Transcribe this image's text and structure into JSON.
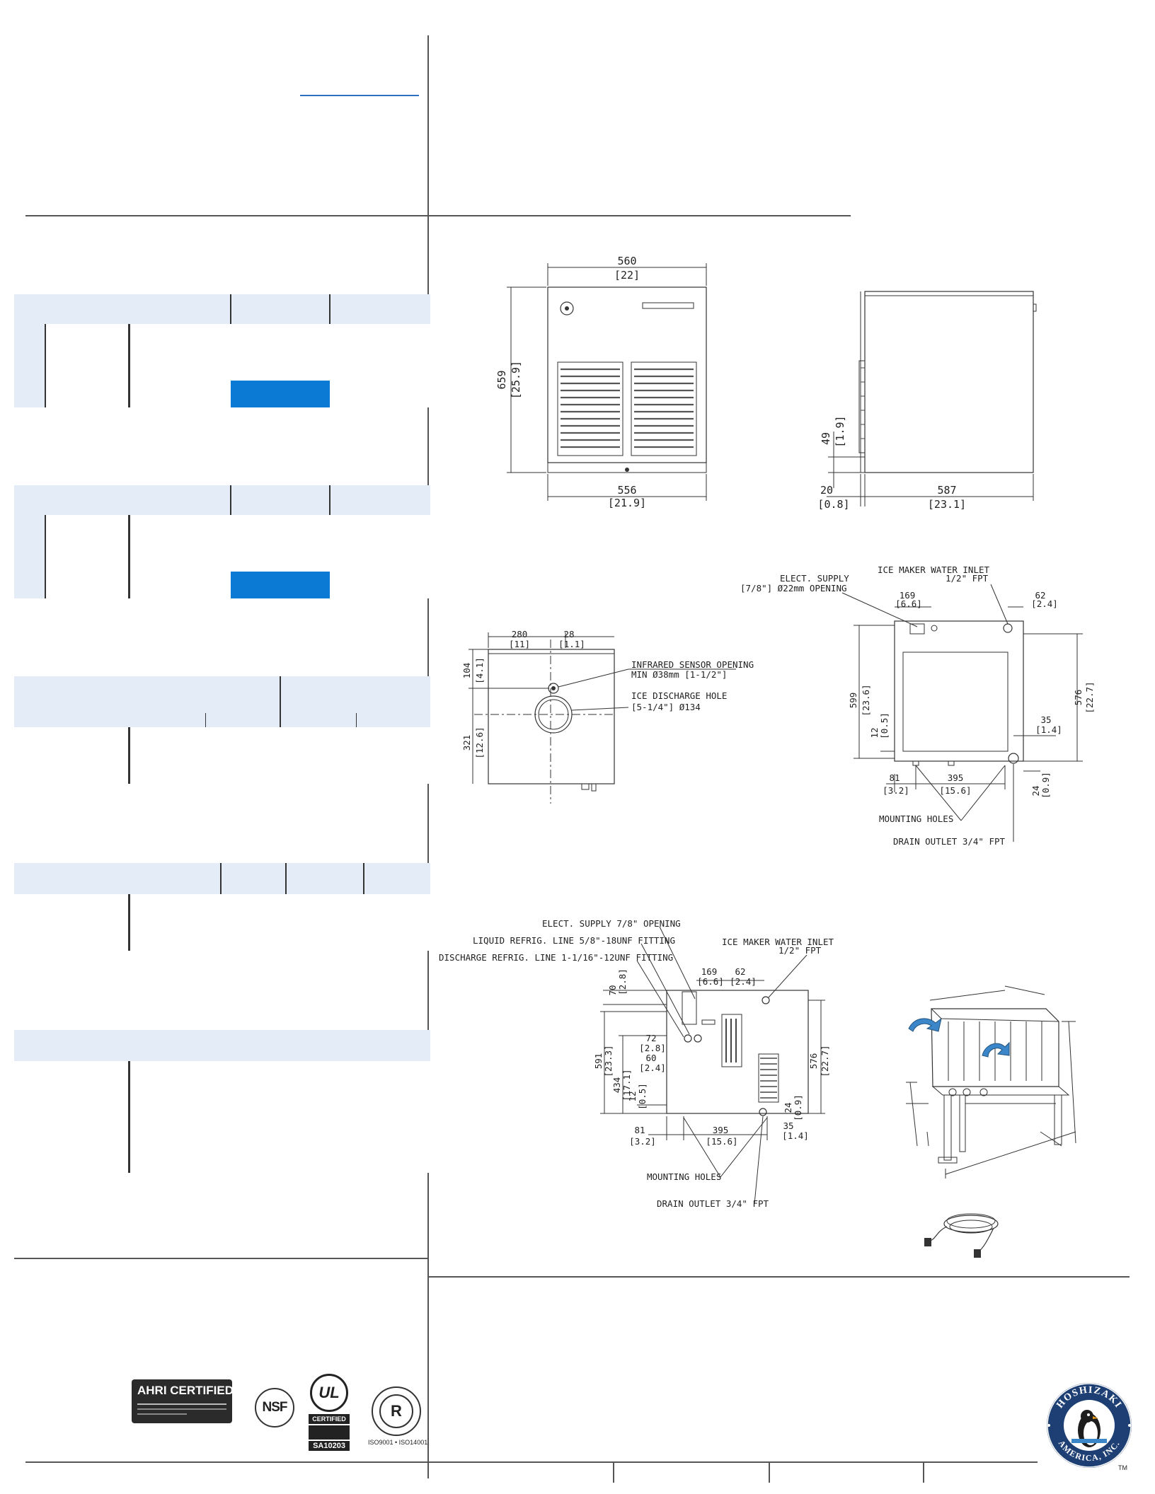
{
  "link_text": "",
  "drawings": {
    "front": {
      "width_mm": "560",
      "width_in": "[22]",
      "height_mm": "659",
      "height_in": "[25.9]",
      "base_mm": "556",
      "base_in": "[21.9]"
    },
    "side": {
      "depth_mm": "587",
      "depth_in": "[23.1]",
      "offset_mm": "20",
      "offset_in": "[0.8]",
      "leg_mm": "49",
      "leg_in": "[1.9]"
    },
    "top": {
      "d280": "280",
      "d280_in": "[11]",
      "d28": "28",
      "d28_in": "[1.1]",
      "d104": "104",
      "d104_in": "[4.1]",
      "d321": "321",
      "d321_in": "[12.6]",
      "sensor_label_1": "INFRARED SENSOR OPENING",
      "sensor_label_2": "MIN Ø38mm [1-1/2\"]",
      "discharge_label_1": "ICE DISCHARGE HOLE",
      "discharge_label_2": "[5-1/4\"] Ø134"
    },
    "rear": {
      "water_inlet_1": "ICE MAKER WATER INLET",
      "water_inlet_2": "1/2\" FPT",
      "elect_1": "ELECT. SUPPLY",
      "elect_2": "[7/8\"] Ø22mm OPENING",
      "d169": "169",
      "d169_in": "[6.6]",
      "d62": "62",
      "d62_in": "[2.4]",
      "d599": "599",
      "d599_in": "[23.6]",
      "d12": "12",
      "d12_in": "[0.5]",
      "d576": "576",
      "d576_in": "[22.7]",
      "d35": "35",
      "d35_in": "[1.4]",
      "d81": "81",
      "d81_in": "[3.2]",
      "d395": "395",
      "d395_in": "[15.6]",
      "d24": "24",
      "d24_in": "[0.9]",
      "mounting": "MOUNTING HOLES",
      "drain": "DRAIN OUTLET 3/4\" FPT"
    },
    "remote": {
      "elect": "ELECT. SUPPLY 7/8\" OPENING",
      "liquid": "LIQUID REFRIG. LINE 5/8\"-18UNF FITTING",
      "discharge": "DISCHARGE REFRIG. LINE 1-1/16\"-12UNF FITTING",
      "water_inlet_1": "ICE MAKER WATER INLET",
      "water_inlet_2": "1/2\" FPT",
      "d169": "169",
      "d169_in": "[6.6]",
      "d62": "62",
      "d62_in": "[2.4]",
      "d70": "70",
      "d70_in": "[2.8]",
      "d72": "72",
      "d72_in": "[2.8]",
      "d60": "60",
      "d60_in": "[2.4]",
      "d591": "591",
      "d591_in": "[23.3]",
      "d434": "434",
      "d434_in": "[17.1]",
      "d12": "12",
      "d12_in": "[0.5]",
      "d576": "576",
      "d576_in": "[22.7]",
      "d24": "24",
      "d24_in": "[0.9]",
      "d81": "81",
      "d81_in": "[3.2]",
      "d395": "395",
      "d395_in": "[15.6]",
      "d35": "35",
      "d35_in": "[1.4]",
      "mounting": "MOUNTING HOLES",
      "drain": "DRAIN OUTLET 3/4\" FPT"
    }
  },
  "certifications": {
    "ahri": "AHRI CERTIFIED",
    "nsf": "NSF",
    "ul_1": "UL",
    "ul_2": "CERTIFIED",
    "ul_code": "SA10203",
    "iso": "ISO9001 • ISO14001"
  },
  "brand": {
    "ring_top": "HOSHIZAKI",
    "ring_bottom": "AMERICA, INC.",
    "tm": "TM"
  },
  "colors": {
    "header_fill": "#e3ecf7",
    "highlight": "#0a7ad4"
  }
}
